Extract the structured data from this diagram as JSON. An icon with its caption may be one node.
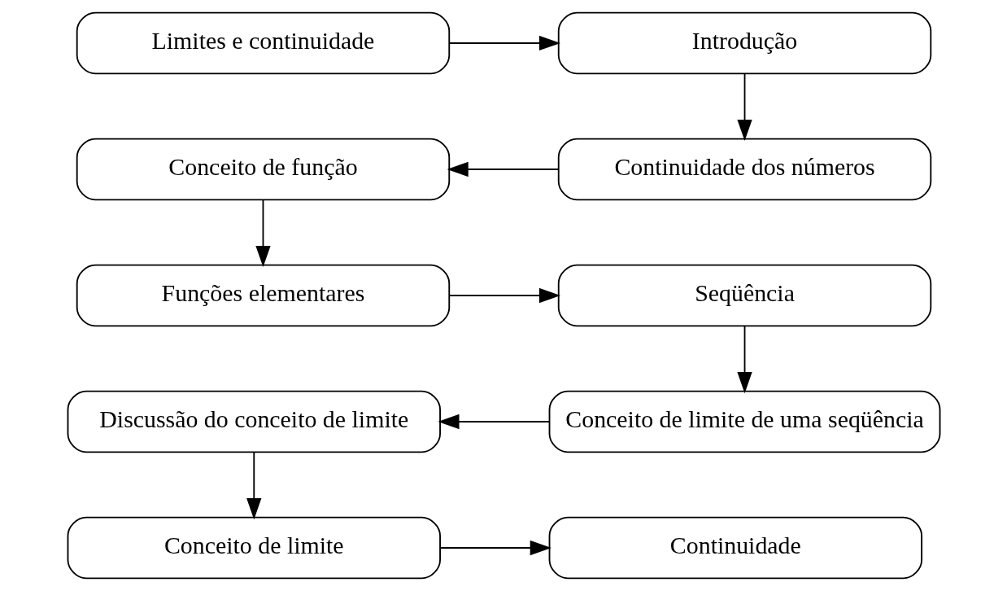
{
  "diagram": {
    "nodes": [
      {
        "text": [
          "Limites e continuidade"
        ]
      },
      {
        "text": [
          "Introdução"
        ]
      },
      {
        "text": [
          "Conceito de função"
        ]
      },
      {
        "text": [
          "Continuidade dos números"
        ]
      },
      {
        "text": [
          "Funções elementares"
        ]
      },
      {
        "text": [
          "Seqüência"
        ]
      },
      {
        "text": [
          "Discussão do conceito de limite"
        ]
      },
      {
        "text": [
          "Conceito de limite de uma seqüência"
        ]
      },
      {
        "text": [
          "Conceito de limite"
        ]
      },
      {
        "text": [
          "Continuidade"
        ]
      }
    ],
    "edges": [
      {
        "from": 0,
        "to": 1,
        "arrow": "to"
      },
      {
        "from": 1,
        "to": 3,
        "arrow": "to"
      },
      {
        "from": 3,
        "to": 2,
        "arrow": "to"
      },
      {
        "from": 2,
        "to": 4,
        "arrow": "to"
      },
      {
        "from": 4,
        "to": 5,
        "arrow": "to"
      },
      {
        "from": 5,
        "to": 7,
        "arrow": "to"
      },
      {
        "from": 7,
        "to": 6,
        "arrow": "to"
      },
      {
        "from": 6,
        "to": 8,
        "arrow": "to"
      },
      {
        "from": 8,
        "to": 9,
        "arrow": "to"
      }
    ]
  }
}
